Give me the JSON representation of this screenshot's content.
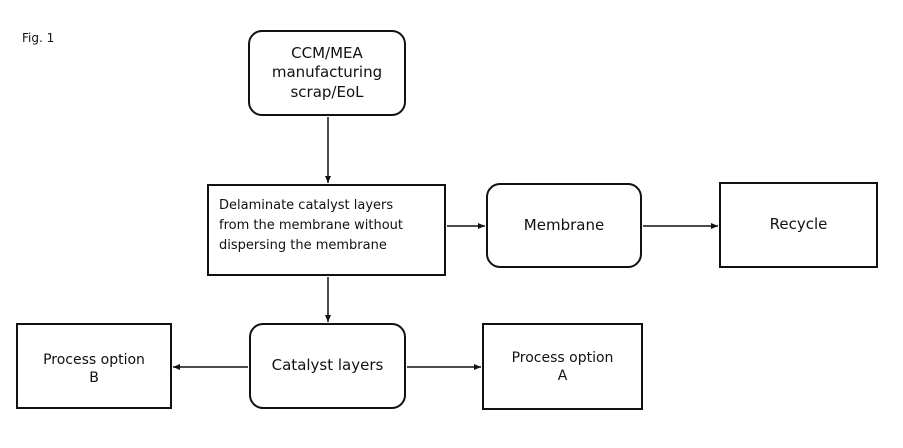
{
  "figure": {
    "label": "Fig. 1"
  },
  "nodes": {
    "source": {
      "lines": [
        "CCM/MEA",
        "manufacturing",
        "scrap/EoL"
      ],
      "shape": "rounded"
    },
    "delaminate": {
      "lines": [
        "Delaminate catalyst layers",
        "from the membrane without",
        "dispersing the membrane"
      ],
      "shape": "rectangle"
    },
    "membrane": {
      "lines": [
        "Membrane"
      ],
      "shape": "rounded"
    },
    "recycle": {
      "lines": [
        "Recycle"
      ],
      "shape": "rectangle"
    },
    "catalyst_layers": {
      "lines": [
        "Catalyst layers"
      ],
      "shape": "rounded"
    },
    "process_option_a": {
      "lines": [
        "Process option",
        "A"
      ],
      "shape": "rectangle"
    },
    "process_option_b": {
      "lines": [
        "Process option",
        "B"
      ],
      "shape": "rectangle"
    }
  },
  "edges": [
    {
      "from": "source",
      "to": "delaminate"
    },
    {
      "from": "delaminate",
      "to": "membrane"
    },
    {
      "from": "membrane",
      "to": "recycle"
    },
    {
      "from": "delaminate",
      "to": "catalyst_layers"
    },
    {
      "from": "catalyst_layers",
      "to": "process_option_a"
    },
    {
      "from": "catalyst_layers",
      "to": "process_option_b"
    }
  ]
}
